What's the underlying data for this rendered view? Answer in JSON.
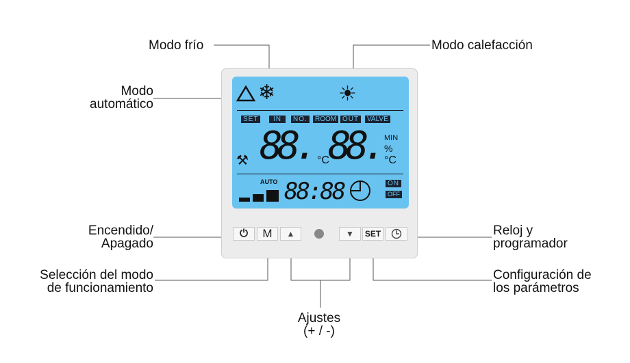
{
  "labels": {
    "cold_mode": "Modo frío",
    "heat_mode": "Modo calefacción",
    "auto_mode": [
      "Modo",
      "automático"
    ],
    "power": [
      "Encendido/",
      "Apagado"
    ],
    "clock": [
      "Reloj y",
      "programador"
    ],
    "mode_select": [
      "Selección del modo",
      "de funcionamiento"
    ],
    "adjust": [
      "Ajustes",
      "(+ / -)"
    ],
    "config": [
      "Configuración de",
      "los parámetros"
    ]
  },
  "display": {
    "tags": [
      "SET",
      "IN",
      "NO.",
      "ROOM",
      "OUT",
      "VALVE"
    ],
    "left_digits": "88.",
    "right_digits": "88.",
    "unit_c": "°C",
    "min": "MIN",
    "percent": "%",
    "auto": "AUTO",
    "time": "88:88",
    "on": "ON",
    "off": "OFF"
  },
  "buttons": {
    "mode": "M",
    "set": "SET"
  },
  "colors": {
    "screen": "#69c3f0",
    "device": "#ececec"
  }
}
